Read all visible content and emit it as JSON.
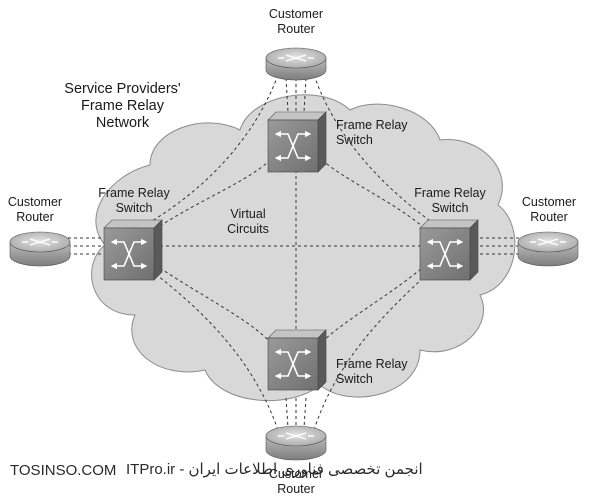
{
  "title": {
    "line1": "Service Providers'",
    "line2": "Frame Relay",
    "line3": "Network"
  },
  "virtual_circuits": {
    "line1": "Virtual",
    "line2": "Circuits"
  },
  "routers": {
    "top": {
      "line1": "Customer",
      "line2": "Router"
    },
    "left": {
      "line1": "Customer",
      "line2": "Router"
    },
    "right": {
      "line1": "Customer",
      "line2": "Router"
    },
    "bottom": {
      "line1": "Customer",
      "line2": "Router"
    }
  },
  "switches": {
    "top": {
      "line1": "Frame Relay",
      "line2": "Switch"
    },
    "left": {
      "line1": "Frame Relay",
      "line2": "Switch"
    },
    "right": {
      "line1": "Frame Relay",
      "line2": "Switch"
    },
    "bottom": {
      "line1": "Frame Relay",
      "line2": "Switch"
    }
  },
  "watermark": {
    "left": "TOSINSO.COM",
    "right": "انجمن تخصصی فناوری اطلاعات ایران - ITPro.ir"
  },
  "colors": {
    "cloud": "#d8d8d8",
    "cloud_edge": "#888888",
    "device": "#8f8f8f",
    "device_dark": "#5e5e5e",
    "line": "#333333"
  }
}
